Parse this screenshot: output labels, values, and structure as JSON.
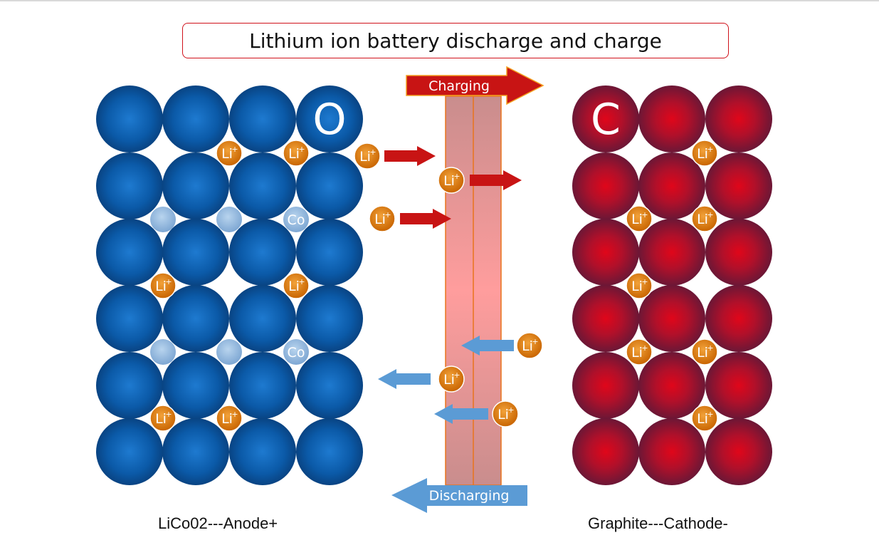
{
  "title": "Lithium ion battery discharge and charge",
  "anode": {
    "atom_symbol": "O",
    "dopant_label": "Co",
    "caption": "LiCo02---Anode+",
    "atom_color": "#0b5aa8"
  },
  "cathode": {
    "atom_symbol": "C",
    "caption": "Graphite---Cathode-",
    "atom_color": "#c80a20"
  },
  "ion_label": "Li",
  "ion_charge": "+",
  "ion_color": "#e07c0a",
  "charging": {
    "label": "Charging",
    "color": "#c81414"
  },
  "discharging": {
    "label": "Discharging",
    "color": "#5b9bd5"
  }
}
